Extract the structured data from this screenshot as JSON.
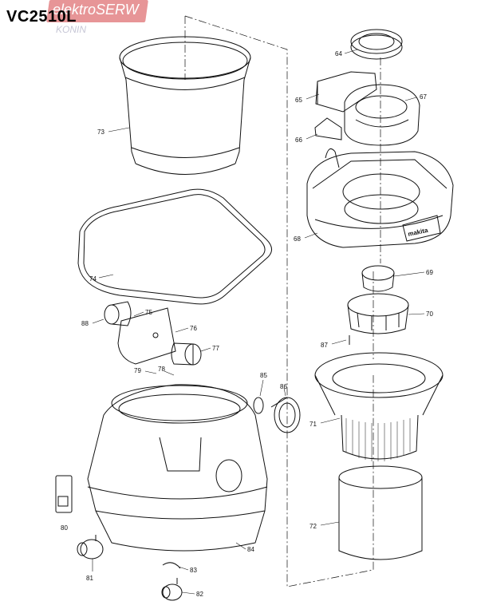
{
  "model": "VC2510L",
  "watermark": {
    "brand": "elektroSERW",
    "city": "KONIN"
  },
  "housing_logo": "makita",
  "labels": [
    "64",
    "65",
    "66",
    "67",
    "68",
    "69",
    "70",
    "71",
    "72",
    "73",
    "74",
    "75",
    "76",
    "77",
    "78",
    "79",
    "80",
    "81",
    "82",
    "83",
    "84",
    "85",
    "86",
    "87",
    "88"
  ]
}
